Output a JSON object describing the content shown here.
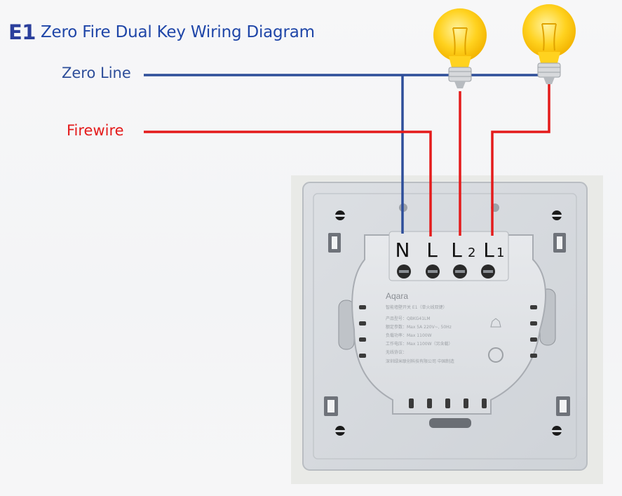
{
  "title": {
    "code": "E1",
    "text": "Zero Fire Dual Key Wiring Diagram"
  },
  "labels": {
    "zero_line": "Zero Line",
    "firewire": "Firewire"
  },
  "terminals": [
    {
      "main": "N",
      "sub": ""
    },
    {
      "main": "L",
      "sub": ""
    },
    {
      "main": "L",
      "sub": "2"
    },
    {
      "main": "L",
      "sub": "1"
    }
  ],
  "module": {
    "brand": "Aqara",
    "lines": [
      "智能墙壁开关 E1（单火线双键）",
      "产品型号：QBKG41LM",
      "额定参数：Max 5A 220V~, 50Hz",
      "负载功率：Max 1100W",
      "工作电压：Max 1100W（另含载）",
      "无线协议：",
      "深圳绿米联创科技有限公司 中国制造"
    ]
  },
  "colors": {
    "zero_line": "#2e4e9a",
    "firewire": "#e41b1b",
    "bulb": "#ffd21f",
    "title": "#1f46a8"
  }
}
